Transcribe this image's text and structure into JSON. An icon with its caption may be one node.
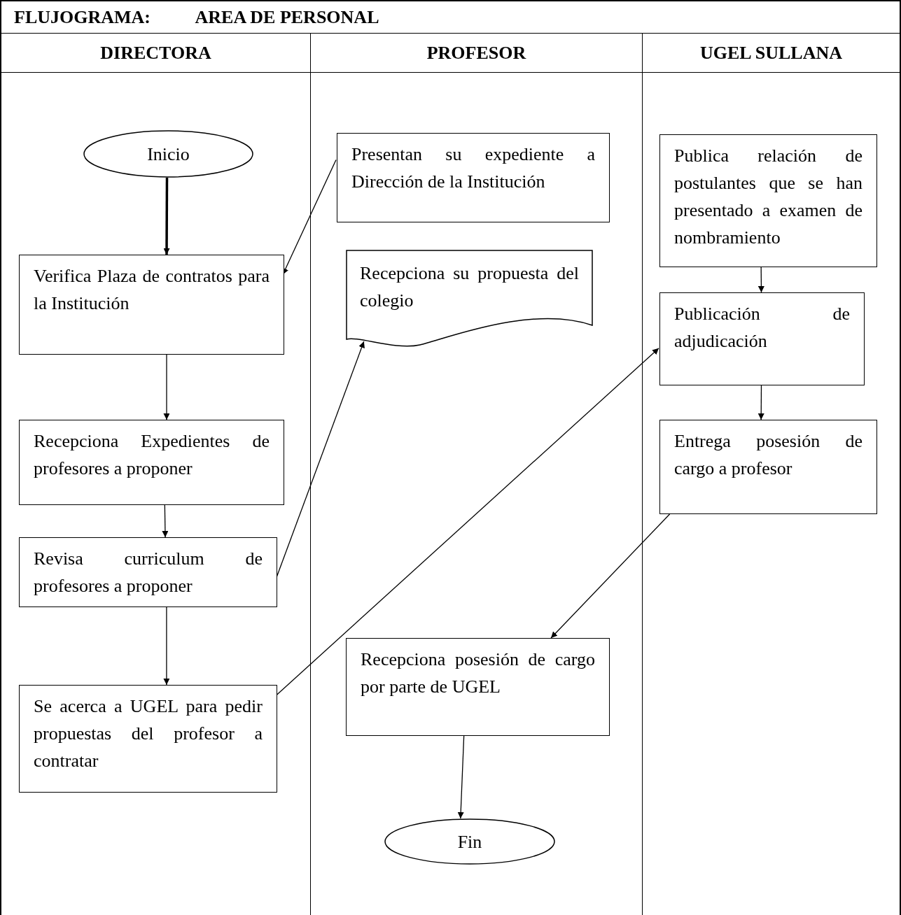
{
  "diagram": {
    "title": "FLUJOGRAMA: AREA DE PERSONAL",
    "nodes": [
      {
        "text": [
          "DIRECTORA"
        ]
      },
      {
        "text": [
          "PROFESOR"
        ]
      },
      {
        "text": [
          "UGEL SULLANA"
        ]
      },
      {
        "text": [
          "Inicio"
        ],
        "in": 0
      },
      {
        "text": [
          "Verifica Plaza de contratos para la Institución"
        ],
        "in": 0
      },
      {
        "text": [
          "Recepciona Expedientes de profesores a proponer"
        ],
        "in": 0
      },
      {
        "text": [
          "Revisa curriculum de profesores a proponer"
        ],
        "in": 0
      },
      {
        "text": [
          "Se acerca a UGEL para pedir propuestas del profesor a contratar"
        ],
        "in": 0
      },
      {
        "text": [
          "Presentan su expediente a Dirección de la Institución"
        ],
        "in": 1
      },
      {
        "text": [
          "Recepciona su propuesta del colegio"
        ],
        "in": 1
      },
      {
        "text": [
          "Recepciona posesión de cargo por parte de UGEL"
        ],
        "in": 1
      },
      {
        "text": [
          "Fin"
        ],
        "in": 1
      },
      {
        "text": [
          "Publica relación de postulantes que se han presentado a examen de nombramiento"
        ],
        "in": 2
      },
      {
        "text": [
          "Publicación de adjudicación"
        ],
        "in": 2
      },
      {
        "text": [
          "Entrega posesión de cargo a profesor"
        ],
        "in": 2
      }
    ],
    "edges": [
      {
        "from": 3,
        "to": 4,
        "arrow": "to",
        "style": "thick"
      },
      {
        "from": 8,
        "to": 4,
        "arrow": "to"
      },
      {
        "from": 4,
        "to": 5,
        "arrow": "to"
      },
      {
        "from": 5,
        "to": 6,
        "arrow": "to"
      },
      {
        "from": 6,
        "to": 7,
        "arrow": "to"
      },
      {
        "from": 6,
        "to": 9,
        "arrow": "to"
      },
      {
        "from": 7,
        "to": 13,
        "arrow": "to"
      },
      {
        "from": 12,
        "to": 13,
        "arrow": "to"
      },
      {
        "from": 13,
        "to": 14,
        "arrow": "to"
      },
      {
        "from": 14,
        "to": 10,
        "arrow": "to"
      },
      {
        "from": 10,
        "to": 11,
        "arrow": "to"
      }
    ]
  }
}
